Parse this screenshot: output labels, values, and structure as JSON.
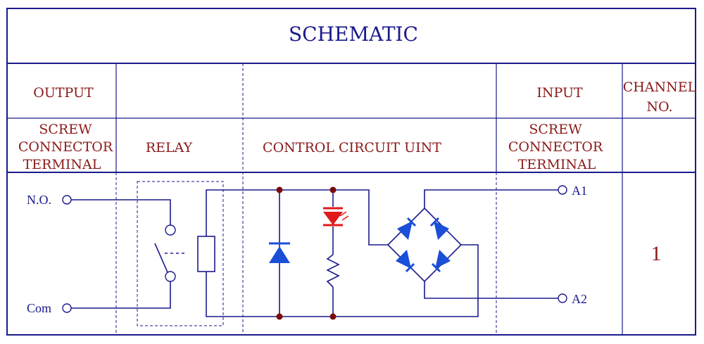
{
  "title": "SCHEMATIC",
  "headers": {
    "output": "OUTPUT",
    "input": "INPUT",
    "channel_line1": "CHANNEL",
    "channel_line2": "NO.",
    "screw_out": [
      "SCREW",
      "CONNECTOR",
      "TERMINAL"
    ],
    "relay": "RELAY",
    "control": "CONTROL CIRCUIT UINT",
    "screw_in": [
      "SCREW",
      "CONNECTOR",
      "TERMINAL"
    ]
  },
  "terminals": {
    "no": "N.O.",
    "com": "Com",
    "a1": "A1",
    "a2": "A2"
  },
  "channel_number": "1",
  "colors": {
    "frame": "#1a1a8c",
    "header_text": "#8b1a1a",
    "wire": "#1a1a8c",
    "component_fill": "#1a4fd8",
    "led": "#e01a1a",
    "junction": "#7a0a0a"
  }
}
